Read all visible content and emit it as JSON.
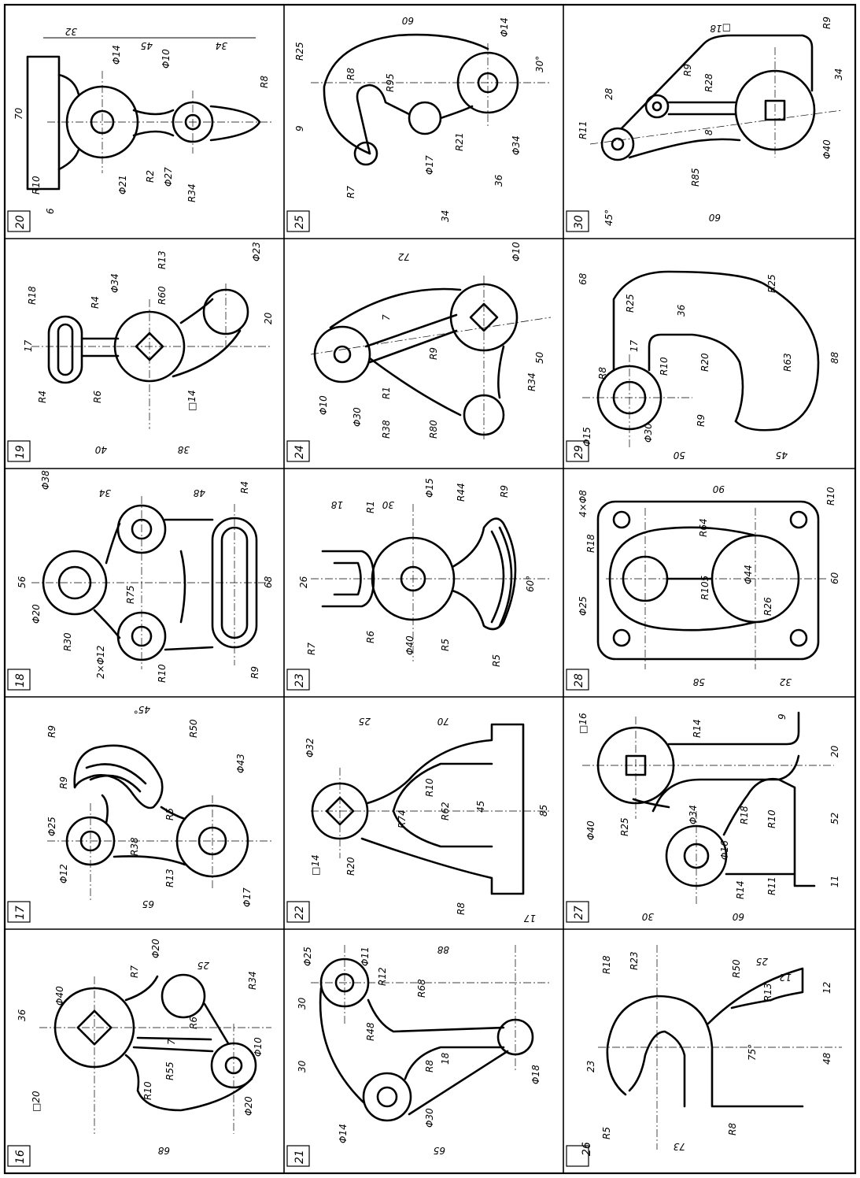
{
  "cells": [
    {
      "num": "20",
      "labels": [
        "32",
        "45",
        "34",
        "70",
        "Φ14",
        "Φ10",
        "R8",
        "Φ21",
        "R2",
        "Φ27",
        "R34",
        "R10",
        "6"
      ]
    },
    {
      "num": "25",
      "labels": [
        "R25",
        "60",
        "Φ14",
        "R8",
        "R95",
        "30°",
        "9",
        "Φ17",
        "R21",
        "Φ34",
        "R7",
        "34",
        "36"
      ]
    },
    {
      "num": "30",
      "labels": [
        "□18",
        "R9",
        "R11",
        "28",
        "R9",
        "R28",
        "34",
        "8",
        "R85",
        "Φ40",
        "45°",
        "60"
      ]
    },
    {
      "num": "19",
      "labels": [
        "R18",
        "R4",
        "Φ34",
        "R60",
        "R13",
        "Φ23",
        "17",
        "20",
        "R4",
        "R6",
        "□14",
        "40",
        "38"
      ]
    },
    {
      "num": "24",
      "labels": [
        "72",
        "Φ10",
        "7",
        "50",
        "R9",
        "R34",
        "Φ10",
        "R1",
        "Φ30",
        "R38",
        "R80"
      ]
    },
    {
      "num": "29",
      "labels": [
        "68",
        "R25",
        "36",
        "R25",
        "17",
        "R10",
        "R20",
        "R63",
        "88",
        "R8",
        "R9",
        "Φ15",
        "Φ30",
        "50",
        "45"
      ]
    },
    {
      "num": "18",
      "labels": [
        "Φ38",
        "34",
        "48",
        "R4",
        "56",
        "68",
        "R75",
        "Φ20",
        "R30",
        "2×Φ12",
        "R10",
        "R9"
      ]
    },
    {
      "num": "23",
      "labels": [
        "18",
        "30",
        "R1",
        "Φ15",
        "R44",
        "R9",
        "26",
        "60°",
        "R7",
        "R6",
        "Φ40",
        "R5",
        "R5"
      ]
    },
    {
      "num": "28",
      "labels": [
        "4×Φ8",
        "90",
        "R10",
        "R18",
        "R64",
        "R105",
        "Φ44",
        "R26",
        "60",
        "Φ25",
        "58",
        "32"
      ]
    },
    {
      "num": "17",
      "labels": [
        "R9",
        "45°",
        "R50",
        "R9",
        "Φ43",
        "Φ25",
        "R38",
        "R5",
        "Φ12",
        "R13",
        "Φ17",
        "65"
      ]
    },
    {
      "num": "22",
      "labels": [
        "25",
        "70",
        "Φ32",
        "R10",
        "R74",
        "R62",
        "45",
        "85",
        "□14",
        "R20",
        "R8",
        "17"
      ]
    },
    {
      "num": "27",
      "labels": [
        "□16",
        "R14",
        "9",
        "20",
        "Φ34",
        "R18",
        "R10",
        "52",
        "Φ40",
        "R25",
        "Φ16",
        "R14",
        "R11",
        "11",
        "30",
        "60"
      ]
    },
    {
      "num": "16",
      "labels": [
        "Φ20",
        "25",
        "Φ40",
        "R34",
        "36",
        "R7",
        "R6",
        "7",
        "Φ10",
        "R55",
        "R10",
        "□20",
        "Φ20",
        "68"
      ]
    },
    {
      "num": "21",
      "labels": [
        "Φ25",
        "Φ11",
        "R12",
        "88",
        "R68",
        "30",
        "R48",
        "30",
        "R8",
        "18",
        "Φ18",
        "Φ30",
        "Φ14",
        "65"
      ]
    },
    {
      "num": "26",
      "labels": [
        "R18",
        "R23",
        "R50",
        "25",
        "12",
        "R13",
        "12",
        "23",
        "75°",
        "48",
        "R5",
        "R8",
        "73"
      ]
    }
  ]
}
